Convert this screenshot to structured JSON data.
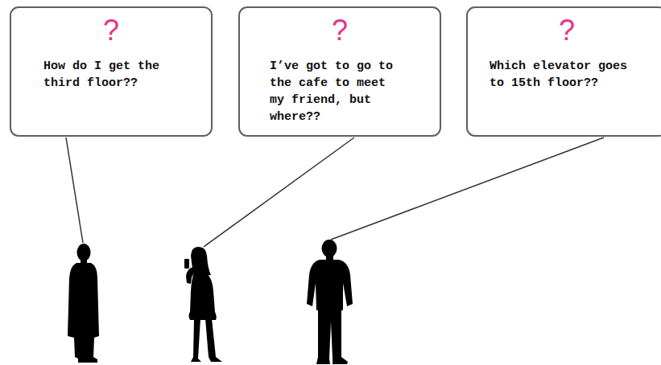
{
  "diagram": {
    "nodes": [
      {
        "text": [
          "?",
          "How do I get the third floor??"
        ]
      },
      {
        "text": [
          "?",
          "I’ve got to go to the cafe to meet my friend, but where??"
        ]
      },
      {
        "text": [
          "?",
          "Which elevator goes to 15th floor??"
        ]
      }
    ]
  }
}
